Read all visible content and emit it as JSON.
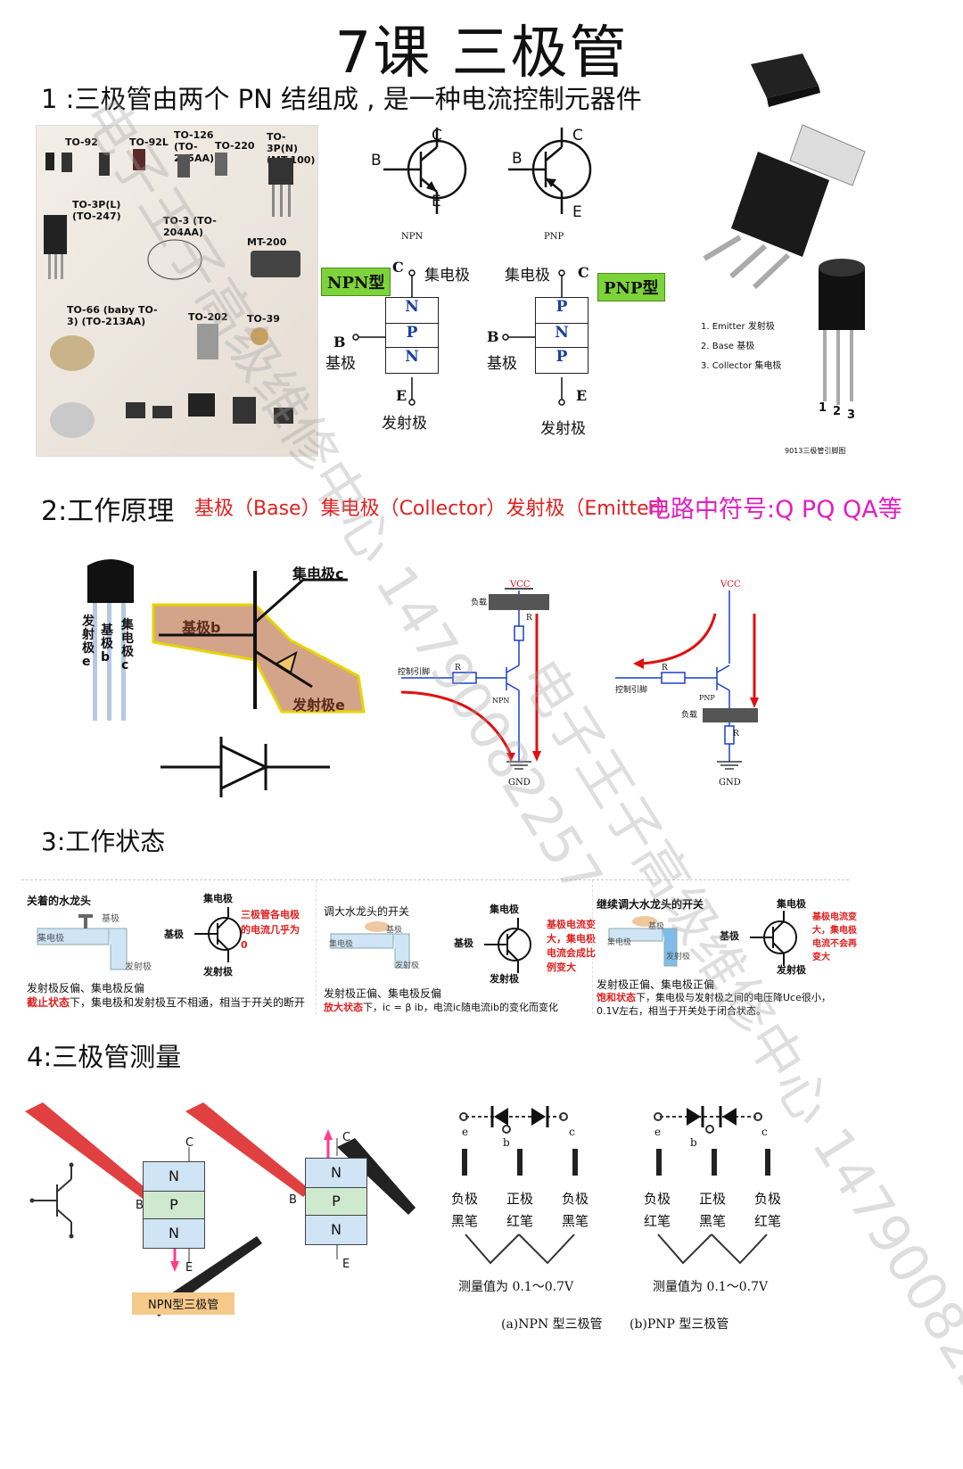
{
  "title": "7课  三极管",
  "section1": {
    "heading": "1 :三极管由两个 PN 结组成 , 是一种电流控制元器件",
    "packages": [
      "TO-92",
      "TO-92L",
      "TO-126 (TO-225AA)",
      "TO-220",
      "TO-3P(N) (MT-100)",
      "TO-3P(L) (TO-247)",
      "TO-3 (TO-204AA)",
      "MT-200",
      "TO-66 (baby TO-3) (TO-213AA)",
      "TO-202",
      "TO-39"
    ],
    "npn_caption": "NPN",
    "pnp_caption": "PNP",
    "npn_tag": "NPN型",
    "pnp_tag": "PNP型",
    "collector_cn": "集电极",
    "base_cn": "基极",
    "emitter_cn": "发射极",
    "pin_list": [
      "1. Emitter  发射极",
      "2. Base   基极",
      "3. Collector  集电极"
    ],
    "pin_numbers": [
      "1",
      "2",
      "3"
    ],
    "pin_caption": "9013三极管引脚图"
  },
  "section2": {
    "heading": "2:工作原理",
    "terms": "基极（Base）集电极（Collector）发射极（Emitter）",
    "symbol_note": "电路中符号:Q PQ QA等",
    "to92_labels": [
      "发射极e",
      "基极b",
      "集电极c"
    ],
    "collector_label": "集电极c",
    "base_label": "基极b",
    "emitter_label": "发射极e",
    "circuit_npn": {
      "vcc": "VCC",
      "load": "负载",
      "ctrl": "控制引脚",
      "r": "R",
      "type": "NPN",
      "gnd": "GND"
    },
    "circuit_pnp": {
      "vcc": "VCC",
      "load": "负载",
      "ctrl": "控制引脚",
      "r": "R",
      "type": "PNP",
      "gnd": "GND"
    }
  },
  "section3": {
    "heading": "3:工作状态",
    "panels": [
      {
        "tap": "关着的水龙头",
        "base": "基极",
        "coll": "集电极",
        "emit": "发射极",
        "callout": "三极管各电极的电流几乎为0",
        "line1": "发射极反偏、集电极反偏",
        "state": "截止状态",
        "line2": "下，集电极和发射极互不相通，相当于开关的断开"
      },
      {
        "tap": "调大水龙头的开关",
        "base": "基极",
        "coll": "集电极",
        "emit": "发射极",
        "callout": "基极电流变大，集电极电流会成比例变大",
        "line1": "发射极正偏、集电极反偏",
        "state": "放大状态",
        "line2": "下，ic = β ib，电流ic随电流ib的变化而变化"
      },
      {
        "tap": "继续调大水龙头的开关",
        "base": "基极",
        "coll": "集电极",
        "emit": "发射极",
        "callout": "基极电流变大，集电极电流不会再变大",
        "line1": "发射极正偏、集电极正偏",
        "state": "饱和状态",
        "line2": "下，集电极与发射极之间的电压降Uce很小，0.1V左右，相当于开关处于闭合状态。"
      }
    ]
  },
  "section4": {
    "heading": "4:三极管测量",
    "npn_badge": "NPN型三极管",
    "layers": [
      "N",
      "P",
      "N"
    ],
    "pins": {
      "b": "B",
      "c": "C",
      "e": "E"
    },
    "npn_diag": {
      "e": "e",
      "b": "b",
      "c": "c",
      "probes": [
        [
          "负极",
          "黑笔"
        ],
        [
          "正极",
          "红笔"
        ],
        [
          "负极",
          "黑笔"
        ]
      ],
      "value": "测量值为 0.1～0.7V",
      "caption": "(a)NPN 型三极管"
    },
    "pnp_diag": {
      "e": "e",
      "b": "b",
      "c": "c",
      "probes": [
        [
          "负极",
          "红笔"
        ],
        [
          "正极",
          "黑笔"
        ],
        [
          "负极",
          "红笔"
        ]
      ],
      "value": "测量值为 0.1～0.7V",
      "caption": "(b)PNP 型三极管"
    }
  },
  "watermark": "电子王子高级维修中心 14790082257",
  "colors": {
    "red": "#e02020",
    "magenta": "#e020c0",
    "tag_green": "#7dd33a",
    "layer_blue": "#cfe4f5",
    "layer_green": "#cfe9cf",
    "badge": "#f5c98a"
  }
}
